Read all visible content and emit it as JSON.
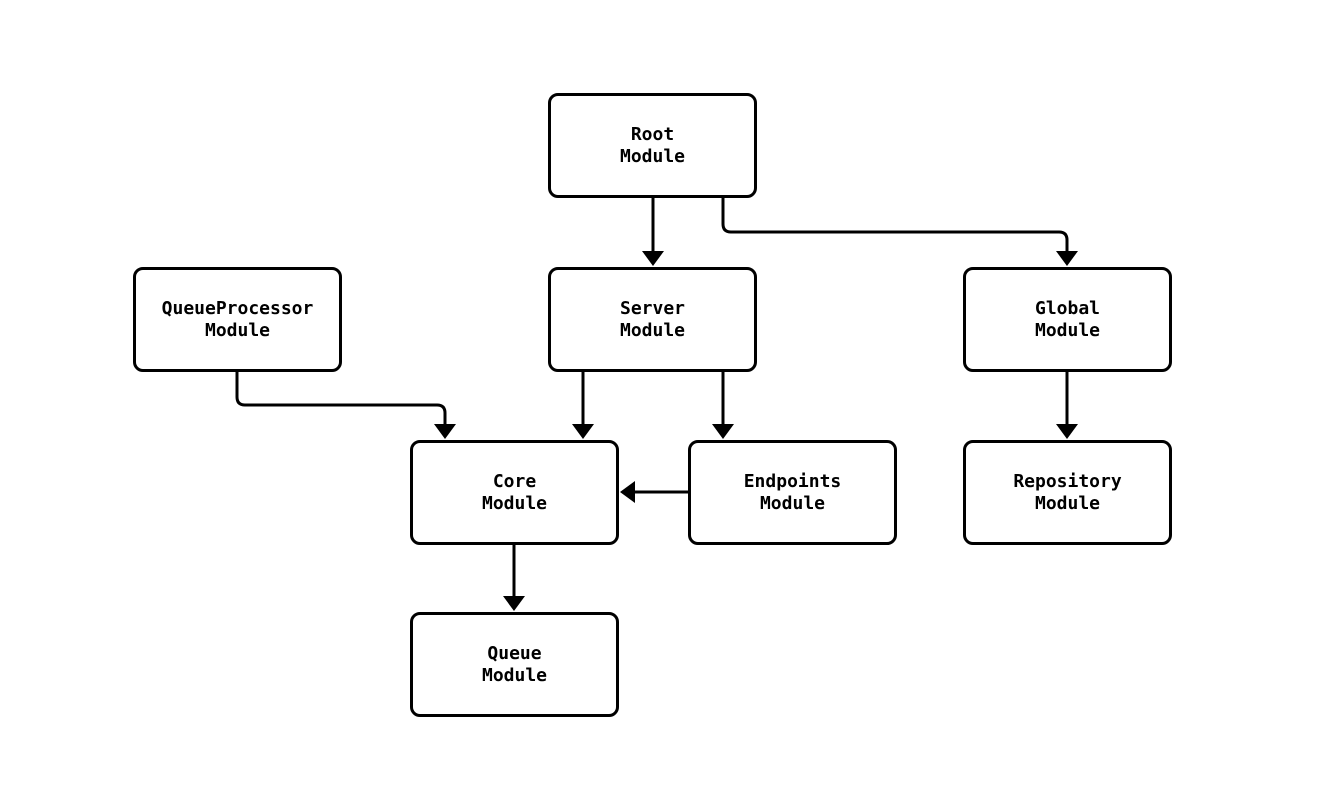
{
  "diagram": {
    "title": "module dependency flowchart",
    "background_color": "#ffffff",
    "node_fill_color": "#ffffff",
    "node_border_color": "#000000",
    "edge_color": "#000000",
    "text_color": "#000000",
    "nodes": [
      {
        "id": "root",
        "label": "Root\nModule"
      },
      {
        "id": "queueprocessor",
        "label": "QueueProcessor\nModule"
      },
      {
        "id": "server",
        "label": "Server\nModule"
      },
      {
        "id": "global",
        "label": "Global\nModule"
      },
      {
        "id": "core",
        "label": "Core\nModule"
      },
      {
        "id": "endpoints",
        "label": "Endpoints\nModule"
      },
      {
        "id": "repository",
        "label": "Repository\nModule"
      },
      {
        "id": "queue",
        "label": "Queue\nModule"
      }
    ],
    "edges": [
      {
        "from": "Root Module",
        "to": "Server Module"
      },
      {
        "from": "Root Module",
        "to": "Global Module"
      },
      {
        "from": "QueueProcessor Module",
        "to": "Core Module"
      },
      {
        "from": "Server Module",
        "to": "Core Module"
      },
      {
        "from": "Server Module",
        "to": "Endpoints Module"
      },
      {
        "from": "Endpoints Module",
        "to": "Core Module"
      },
      {
        "from": "Global Module",
        "to": "Repository Module"
      },
      {
        "from": "Core Module",
        "to": "Queue Module"
      }
    ]
  }
}
